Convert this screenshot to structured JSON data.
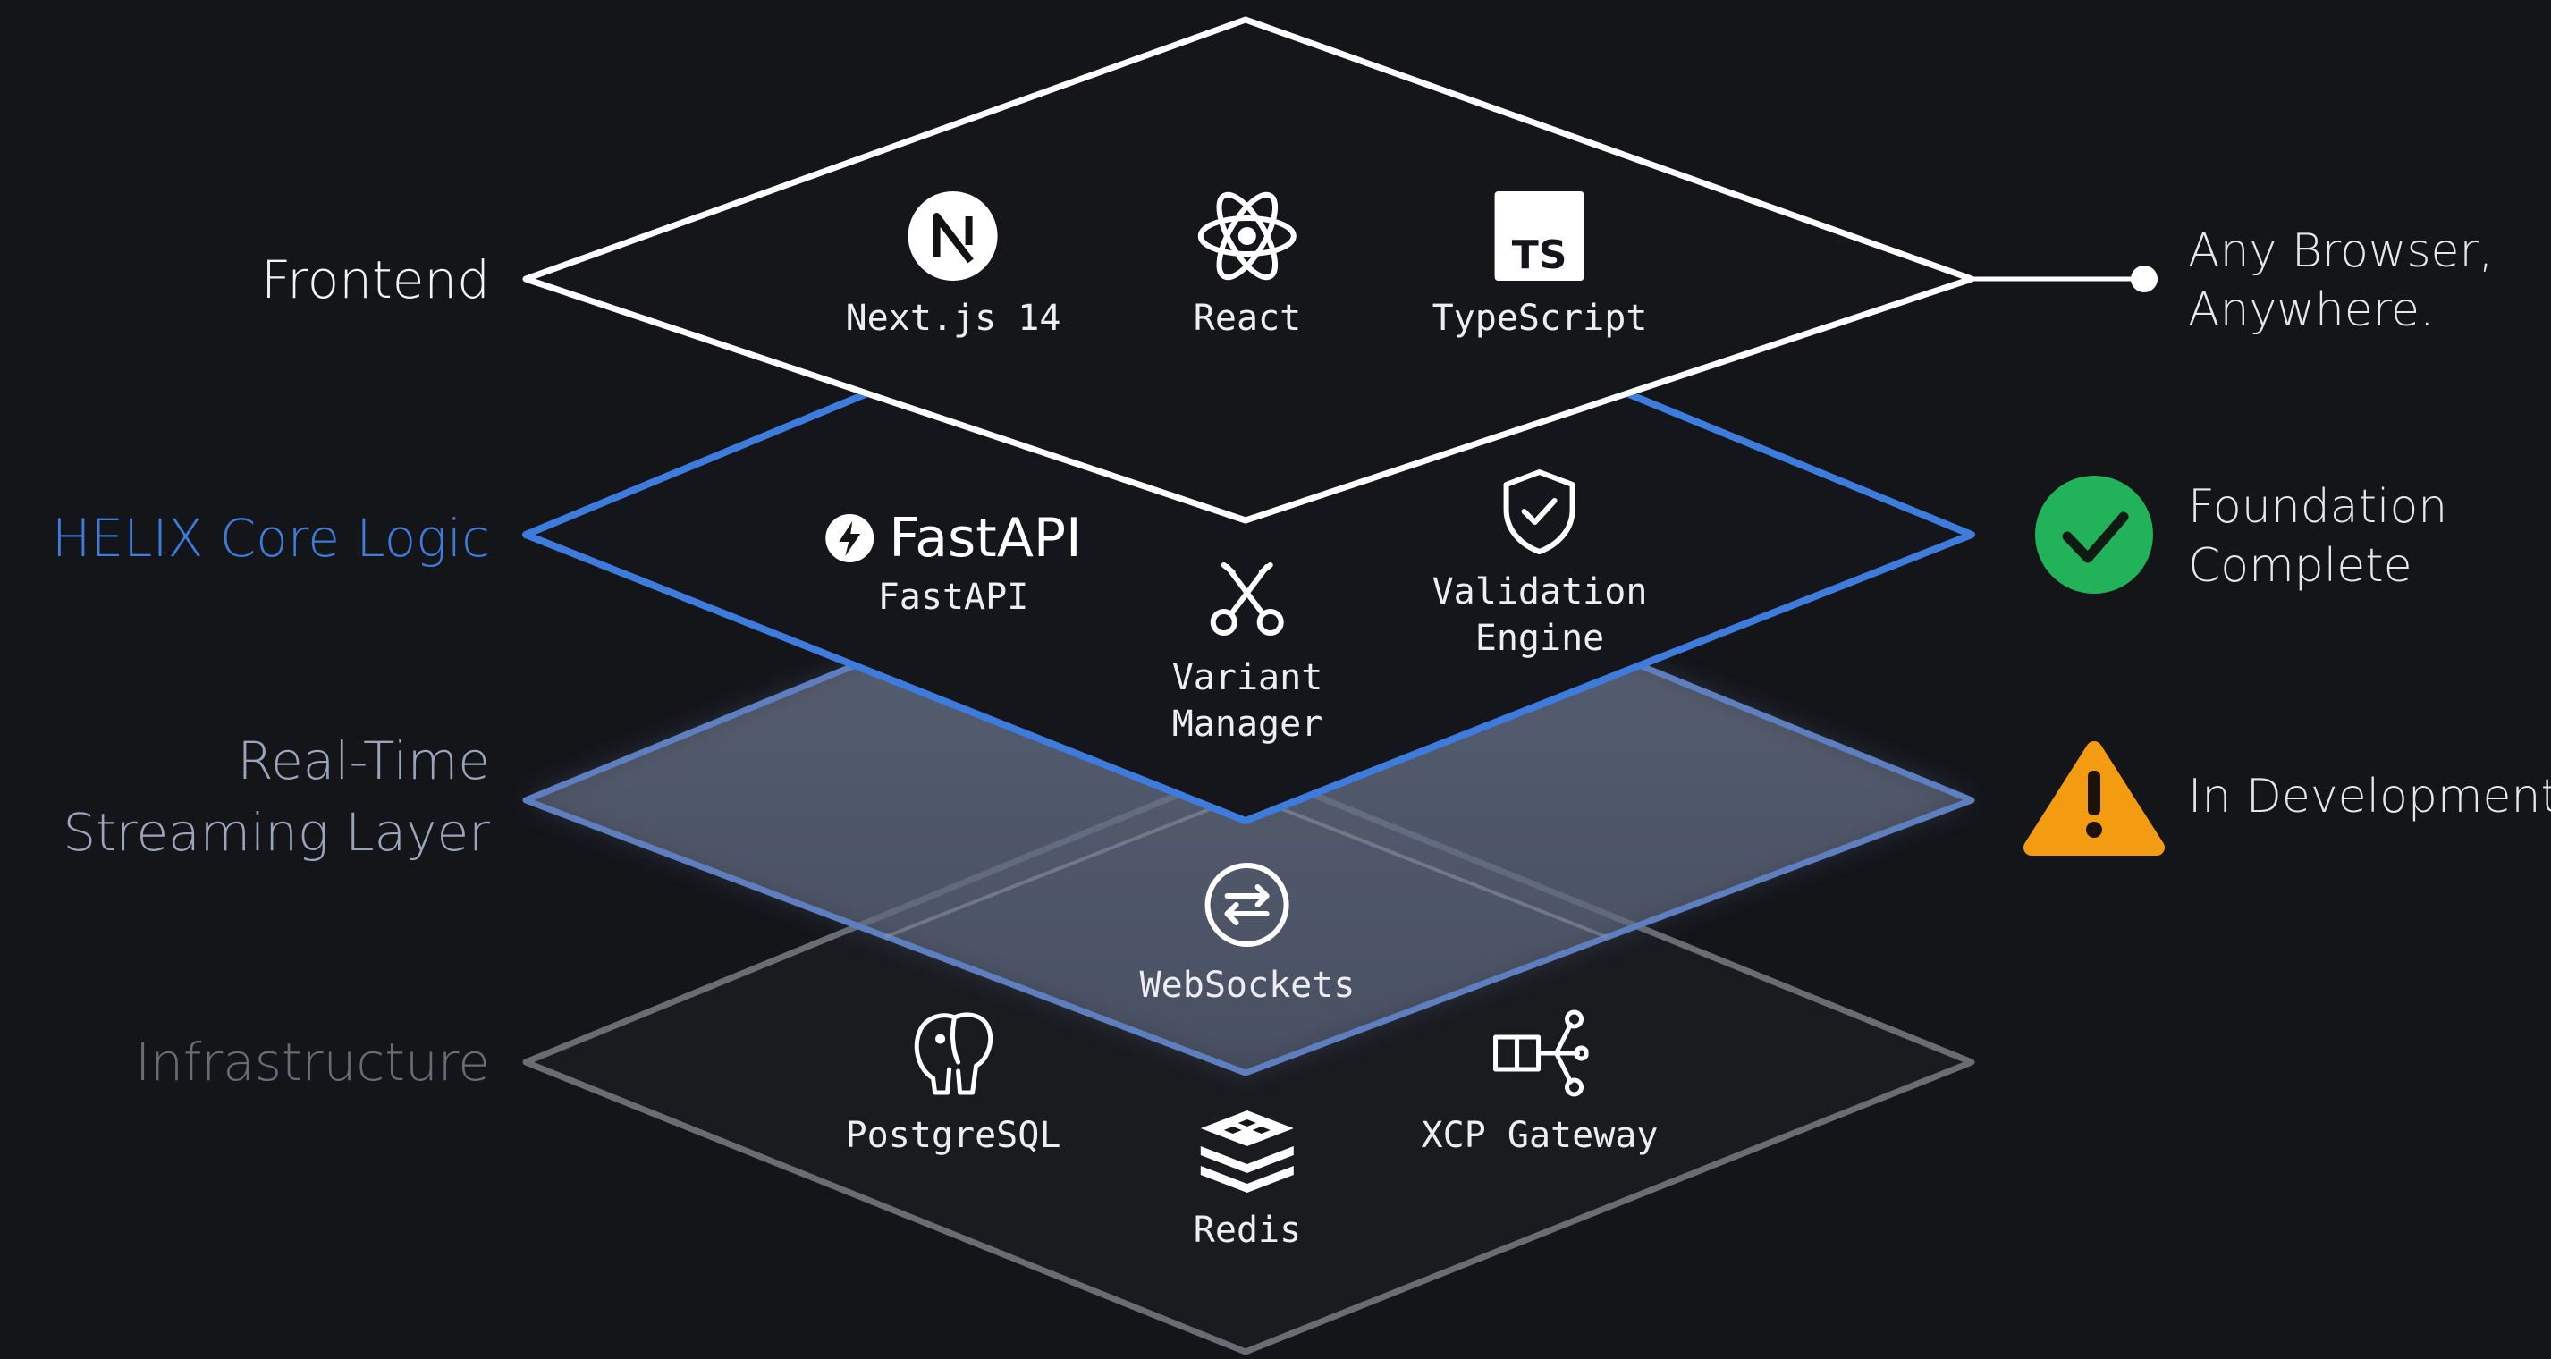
{
  "layers": {
    "frontend": {
      "label": "Frontend",
      "items": [
        "Next.js 14",
        "React",
        "TypeScript"
      ],
      "ts_badge": "TS",
      "status": [
        "Any Browser,",
        "Anywhere."
      ]
    },
    "core": {
      "label": "HELIX Core Logic",
      "fastapi_logo": "FastAPI",
      "items": [
        "FastAPI",
        "Variant",
        "Manager",
        "Validation",
        "Engine"
      ],
      "status": [
        "Foundation",
        "Complete"
      ]
    },
    "streaming": {
      "label": [
        "Real-Time",
        "Streaming Layer"
      ],
      "items": [
        "WebSockets"
      ],
      "status": [
        "In Development"
      ]
    },
    "infra": {
      "label": "Infrastructure",
      "items": [
        "PostgreSQL",
        "Redis",
        "XCP Gateway"
      ]
    }
  },
  "colors": {
    "background": "#141519",
    "frontend": "#ffffff",
    "core": "#3d7bdc",
    "streaming": "#6f7f9c",
    "infrastructure": "#6a6c72",
    "complete": "#22b35a",
    "warning": "#f39c12"
  }
}
